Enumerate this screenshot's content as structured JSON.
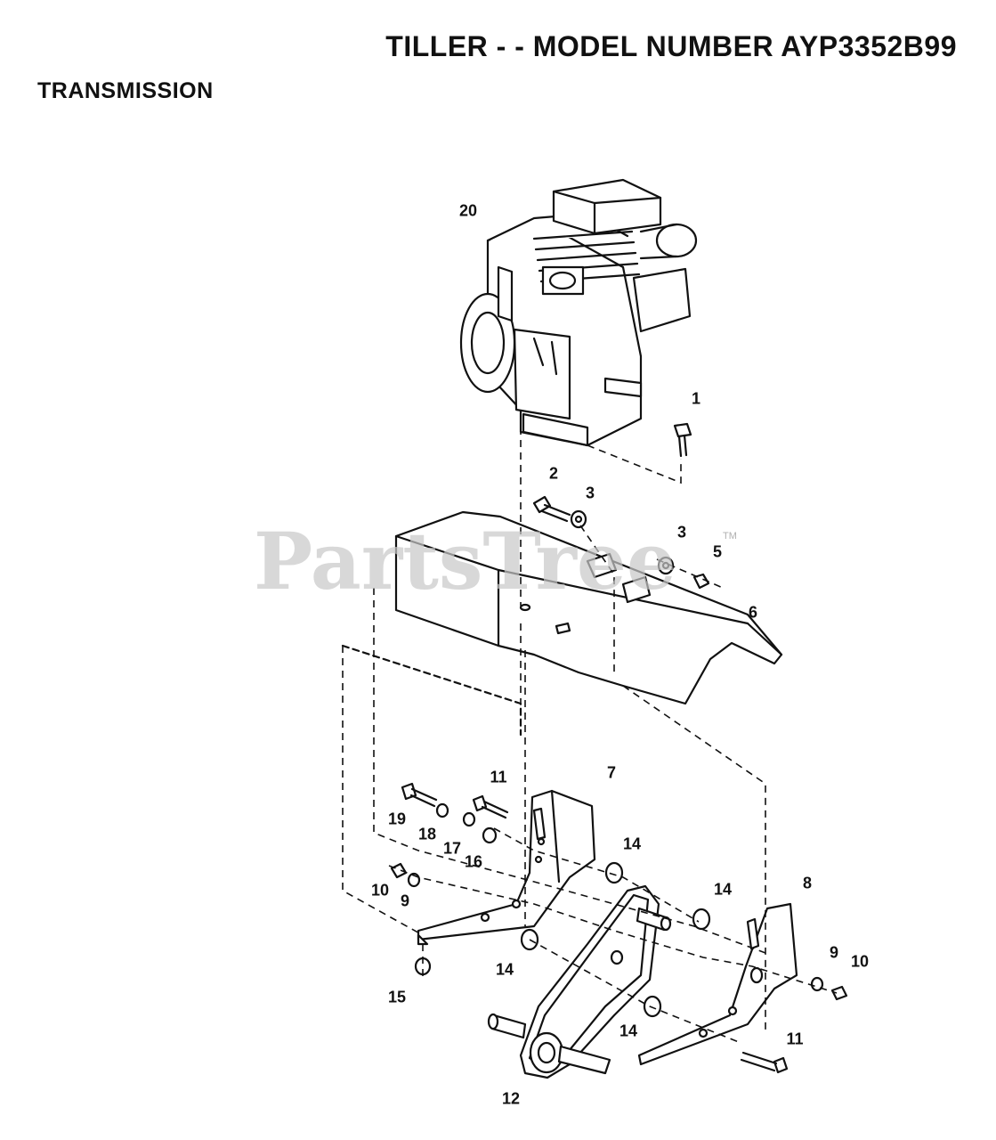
{
  "header": {
    "title": "TILLER - - MODEL NUMBER AYP3352B99",
    "section": "TRANSMISSION"
  },
  "watermark": {
    "text": "PartsTree",
    "mark": "TM"
  },
  "callouts": [
    "20",
    "1",
    "2",
    "3",
    "3",
    "5",
    "6",
    "11",
    "7",
    "19",
    "18",
    "17",
    "16",
    "14",
    "14",
    "10",
    "9",
    "8",
    "14",
    "15",
    "14",
    "9",
    "10",
    "11",
    "12"
  ],
  "colors": {
    "ink": "#111111",
    "watermark": "#c8c8c8",
    "background": "#ffffff"
  }
}
